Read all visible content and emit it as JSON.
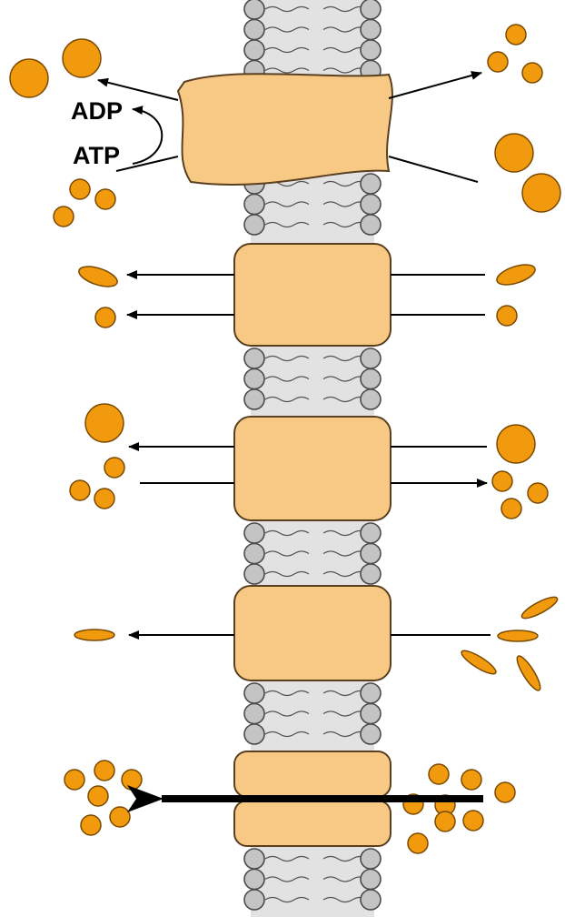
{
  "labels": {
    "adp": "ADP",
    "atp": "ATP"
  },
  "colors": {
    "protein_fill": "#f7c985",
    "protein_stroke": "#5a4020",
    "molecule_fill": "#f29a0e",
    "molecule_stroke": "#7a4a00",
    "lipid_head_fill": "#c4c4c4",
    "lipid_head_stroke": "#4a4a4a",
    "membrane_core": "#e2e2e2",
    "arrow": "#000000"
  },
  "transport_panels": [
    {
      "id": "atp-driven-pump",
      "protein_shape": "irregular",
      "molecules": [
        "large-circles",
        "small-circles"
      ]
    },
    {
      "id": "symport",
      "protein_shape": "rectangle",
      "molecules": [
        "ellipse",
        "small-circle"
      ]
    },
    {
      "id": "antiport",
      "protein_shape": "rectangle",
      "molecules": [
        "large-circle",
        "small-circles"
      ]
    },
    {
      "id": "uniport",
      "protein_shape": "rectangle",
      "molecules": [
        "ellipses"
      ]
    },
    {
      "id": "channel",
      "protein_shape": "split-rectangle",
      "molecules": [
        "small-circles"
      ]
    }
  ]
}
